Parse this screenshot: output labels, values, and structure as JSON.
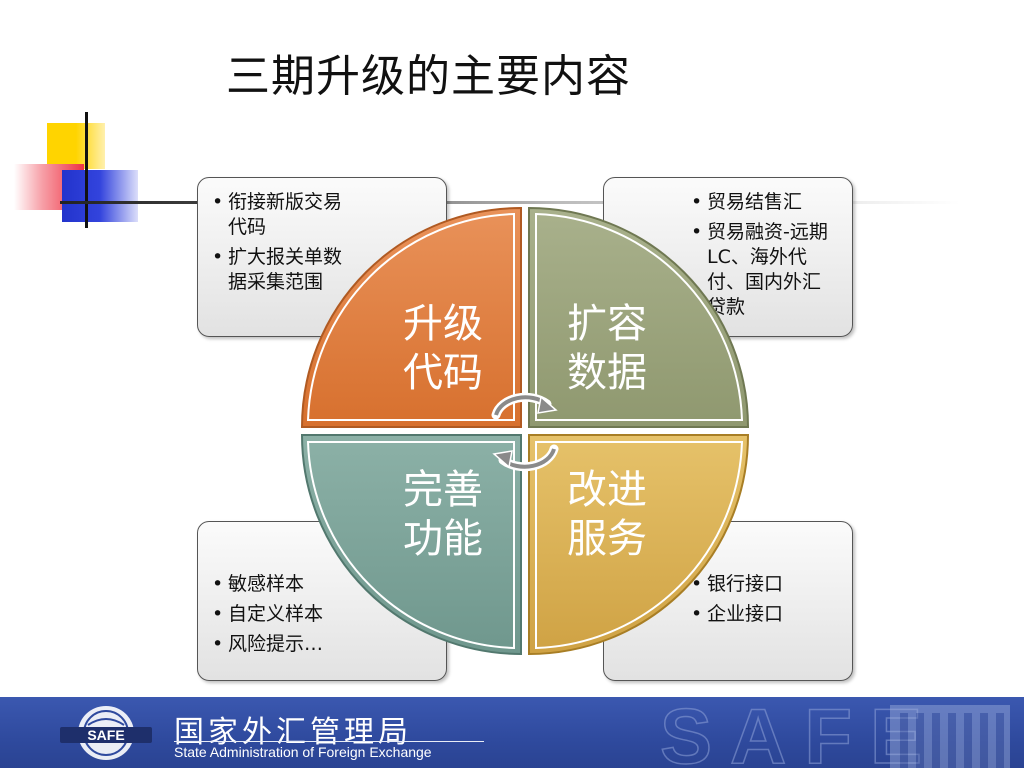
{
  "page": {
    "title": "三期升级的主要内容"
  },
  "quadrants": [
    {
      "id": "tl",
      "line1": "升级",
      "line2": "代码",
      "color": "#e07c3f"
    },
    {
      "id": "tr",
      "line1": "扩容",
      "line2": "数据",
      "color": "#9aa37c"
    },
    {
      "id": "bl",
      "line1": "完善",
      "line2": "功能",
      "color": "#7ea59b"
    },
    {
      "id": "br",
      "line1": "改进",
      "line2": "服务",
      "color": "#dcb355"
    }
  ],
  "boxes": {
    "top_left": [
      "衔接新版交易代码",
      "扩大报关单数据采集范围"
    ],
    "top_right": [
      "贸易结售汇",
      "贸易融资-远期LC、海外代付、国内外汇贷款"
    ],
    "bottom_left": [
      "敏感样本",
      "自定义样本",
      "风险提示…"
    ],
    "bottom_right": [
      "银行接口",
      "企业接口"
    ]
  },
  "footer": {
    "logo_text": "SAFE",
    "org_name_cn": "国家外汇管理局",
    "org_name_en": "State Administration of Foreign Exchange",
    "watermark_text": "SAFE",
    "background": "#2f4a9e"
  }
}
